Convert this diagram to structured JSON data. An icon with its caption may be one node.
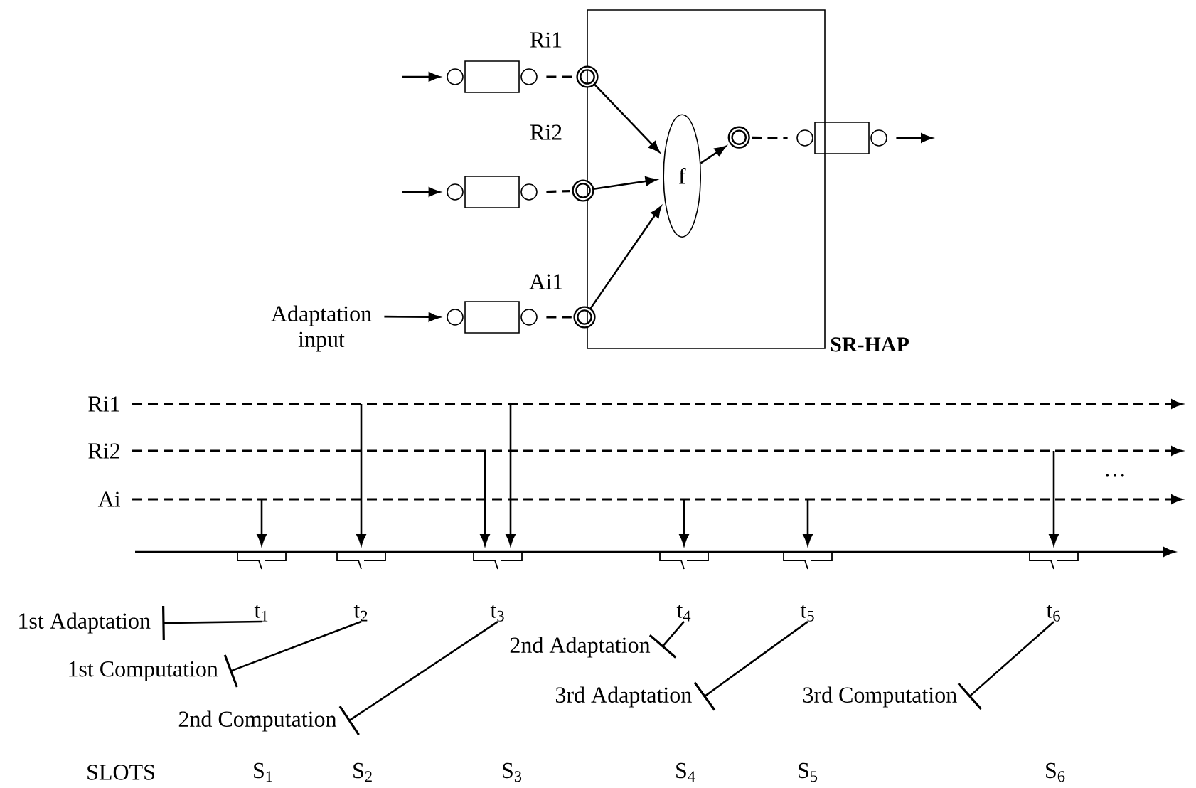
{
  "diagram": {
    "nodes": [
      {
        "text": [
          "SR-HAP"
        ]
      },
      {
        "text": [
          "f"
        ],
        "in": 0
      },
      {
        "text": [],
        "shape": "circle",
        "beside": [
          "Ri1"
        ]
      },
      {
        "text": [],
        "shape": "circle",
        "beside": [
          "Ri2"
        ]
      },
      {
        "text": [],
        "shape": "circle",
        "beside": [
          "Ai1"
        ]
      },
      {
        "text": [],
        "shape": "circle",
        "in": 0
      },
      {
        "text": [],
        "shape": "box"
      },
      {
        "text": [],
        "shape": "box"
      },
      {
        "text": [],
        "shape": "box"
      },
      {
        "text": [],
        "shape": "box"
      },
      {
        "text": [
          "Adaptation input"
        ]
      },
      {
        "text": [
          "Ri1"
        ]
      },
      {
        "text": [
          "Ri2"
        ]
      },
      {
        "text": [
          "Ai"
        ]
      },
      {
        "text": [
          "t$_{1}$"
        ]
      },
      {
        "text": [
          "t$_{2}$"
        ]
      },
      {
        "text": [
          "t$_{3}$"
        ]
      },
      {
        "text": [
          "t$_{4}$"
        ]
      },
      {
        "text": [
          "t$_{5}$"
        ]
      },
      {
        "text": [
          "t$_{6}$"
        ]
      },
      {
        "text": [
          "1st Adaptation"
        ]
      },
      {
        "text": [
          "1st Computation"
        ]
      },
      {
        "text": [
          "2nd Computation"
        ]
      },
      {
        "text": [
          "2nd Adaptation"
        ]
      },
      {
        "text": [
          "3rd Adaptation"
        ]
      },
      {
        "text": [
          "3rd Computation"
        ]
      }
    ],
    "edges": [
      {
        "from": null,
        "to": 6,
        "arrow": "to"
      },
      {
        "from": null,
        "to": 7,
        "arrow": "to"
      },
      {
        "from": 10,
        "to": 8,
        "arrow": "to"
      },
      {
        "from": 6,
        "to": 2,
        "arrow": "none",
        "style": "dashed"
      },
      {
        "from": 7,
        "to": 3,
        "arrow": "none",
        "style": "dashed"
      },
      {
        "from": 8,
        "to": 4,
        "arrow": "none",
        "style": "dashed"
      },
      {
        "from": 2,
        "to": 1,
        "arrow": "to"
      },
      {
        "from": 3,
        "to": 1,
        "arrow": "to"
      },
      {
        "from": 4,
        "to": 1,
        "arrow": "to"
      },
      {
        "from": 1,
        "to": 5,
        "arrow": "to"
      },
      {
        "from": 5,
        "to": 9,
        "arrow": "none",
        "style": "dashed"
      },
      {
        "from": 9,
        "to": null,
        "arrow": "to"
      },
      {
        "from": 11,
        "to": null,
        "arrow": "to",
        "style": "dashed"
      },
      {
        "from": 12,
        "to": null,
        "arrow": "to",
        "style": "dashed"
      },
      {
        "from": 13,
        "to": null,
        "arrow": "to",
        "style": "dashed"
      },
      {
        "from": null,
        "to": 14,
        "arrow": "to"
      },
      {
        "from": null,
        "to": 15,
        "arrow": "to"
      },
      {
        "from": null,
        "to": 16,
        "arrow": "to"
      },
      {
        "from": null,
        "to": 16,
        "arrow": "to"
      },
      {
        "from": null,
        "to": 17,
        "arrow": "to"
      },
      {
        "from": null,
        "to": 18,
        "arrow": "to"
      },
      {
        "from": null,
        "to": 19,
        "arrow": "to"
      },
      {
        "from": 20,
        "to": 14,
        "arrow": "other"
      },
      {
        "from": 21,
        "to": 15,
        "arrow": "other"
      },
      {
        "from": 22,
        "to": 16,
        "arrow": "other"
      },
      {
        "from": 23,
        "to": 17,
        "arrow": "other"
      },
      {
        "from": 24,
        "to": 18,
        "arrow": "other"
      },
      {
        "from": 25,
        "to": 19,
        "arrow": "other"
      }
    ],
    "labels": [
      "…",
      "SLOTS",
      "S$_{1}$",
      "S$_{2}$",
      "S$_{3}$",
      "S$_{4}$",
      "S$_{5}$",
      "S$_{6}$"
    ]
  }
}
